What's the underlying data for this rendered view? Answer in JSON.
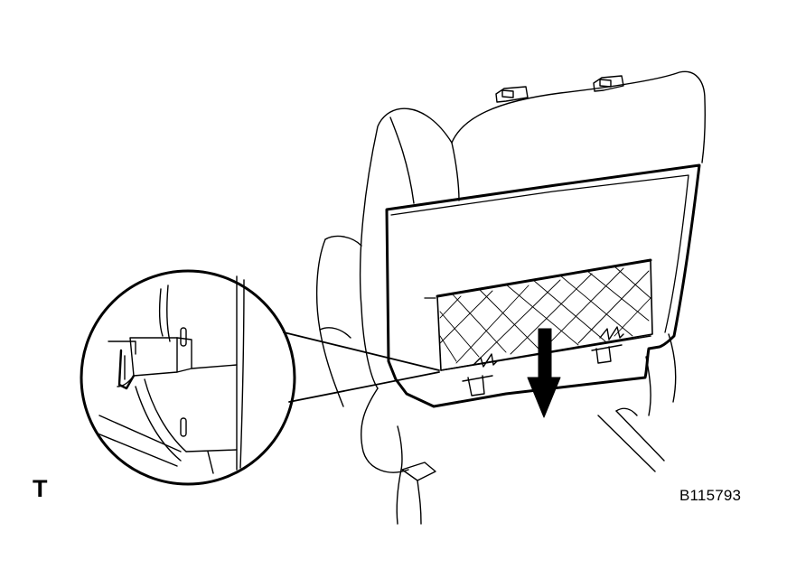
{
  "figure": {
    "marker_label": "T",
    "figure_code": "B115793",
    "line_color": "#000000",
    "background_color": "#ffffff"
  },
  "illustration": {
    "subject": "seat-back-with-back-board-and-net-pocket",
    "arrow_direction": "down",
    "detail_view": "clip-engagement-close-up"
  }
}
